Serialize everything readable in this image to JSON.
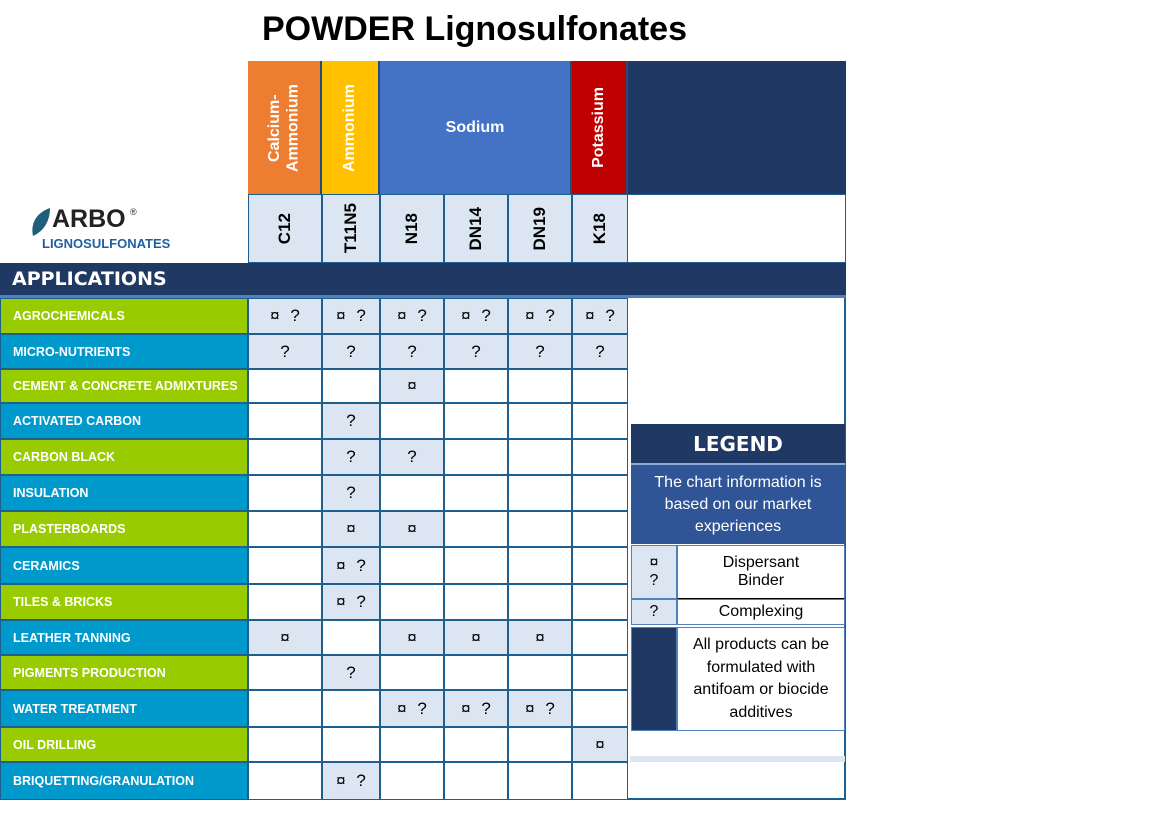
{
  "title": "POWDER Lignosulfonates",
  "logo": {
    "brand": "ARBO",
    "reg": "®",
    "sub": "LIGNOSULFONATES"
  },
  "groups": [
    {
      "name": "Calcium-\nAmmonium",
      "color": "#ed7d31"
    },
    {
      "name": "Ammonium",
      "color": "#ffc000"
    },
    {
      "name": "Sodium",
      "color": "#4472c4"
    },
    {
      "name": "Potassium",
      "color": "#c00000"
    }
  ],
  "products": [
    "C12",
    "T11N5",
    "N18",
    "DN14",
    "DN19",
    "K18"
  ],
  "applications_header": "APPLICATIONS",
  "rows": [
    {
      "label": "AGROCHEMICALS",
      "cells": [
        "¤ ?",
        "¤ ?",
        "¤ ?",
        "¤ ?",
        "¤ ?",
        "¤ ?"
      ]
    },
    {
      "label": "MICRO-NUTRIENTS",
      "cells": [
        "?",
        "?",
        "?",
        "?",
        "?",
        "?"
      ]
    },
    {
      "label": "CEMENT & CONCRETE ADMIXTURES",
      "cells": [
        "",
        "",
        "¤",
        "",
        "",
        ""
      ]
    },
    {
      "label": "ACTIVATED CARBON",
      "cells": [
        "",
        "?",
        "",
        "",
        "",
        ""
      ]
    },
    {
      "label": "CARBON BLACK",
      "cells": [
        "",
        "?",
        "?",
        "",
        "",
        ""
      ]
    },
    {
      "label": "INSULATION",
      "cells": [
        "",
        "?",
        "",
        "",
        "",
        ""
      ]
    },
    {
      "label": "PLASTERBOARDS",
      "cells": [
        "",
        "¤",
        "¤",
        "",
        "",
        ""
      ]
    },
    {
      "label": "CERAMICS",
      "cells": [
        "",
        "¤ ?",
        "",
        "",
        "",
        ""
      ]
    },
    {
      "label": "TILES & BRICKS",
      "cells": [
        "",
        "¤ ?",
        "",
        "",
        "",
        ""
      ]
    },
    {
      "label": "LEATHER TANNING",
      "cells": [
        "¤",
        "",
        "¤",
        "¤",
        "¤",
        ""
      ]
    },
    {
      "label": "PIGMENTS PRODUCTION",
      "cells": [
        "",
        "?",
        "",
        "",
        "",
        ""
      ]
    },
    {
      "label": "WATER TREATMENT",
      "cells": [
        "",
        "",
        "¤ ?",
        "¤ ?",
        "¤ ?",
        ""
      ]
    },
    {
      "label": "OIL DRILLING",
      "cells": [
        "",
        "",
        "",
        "",
        "",
        "¤"
      ]
    },
    {
      "label": "BRIQUETTING/GRANULATION",
      "cells": [
        "",
        "¤ ?",
        "",
        "",
        "",
        ""
      ]
    }
  ],
  "legend": {
    "title": "LEGEND",
    "note": "The chart information is based on our market experiences",
    "items": [
      {
        "symbol": "¤",
        "label": "Dispersant"
      },
      {
        "symbol": "?",
        "label": "Binder"
      },
      {
        "symbol": "?",
        "label": "Complexing"
      }
    ],
    "footer": "All products can be formulated with antifoam or biocide additives"
  },
  "colors": {
    "green": "#99cc00",
    "blue": "#0099cc",
    "navy": "#203864",
    "light": "#dce6f2"
  }
}
